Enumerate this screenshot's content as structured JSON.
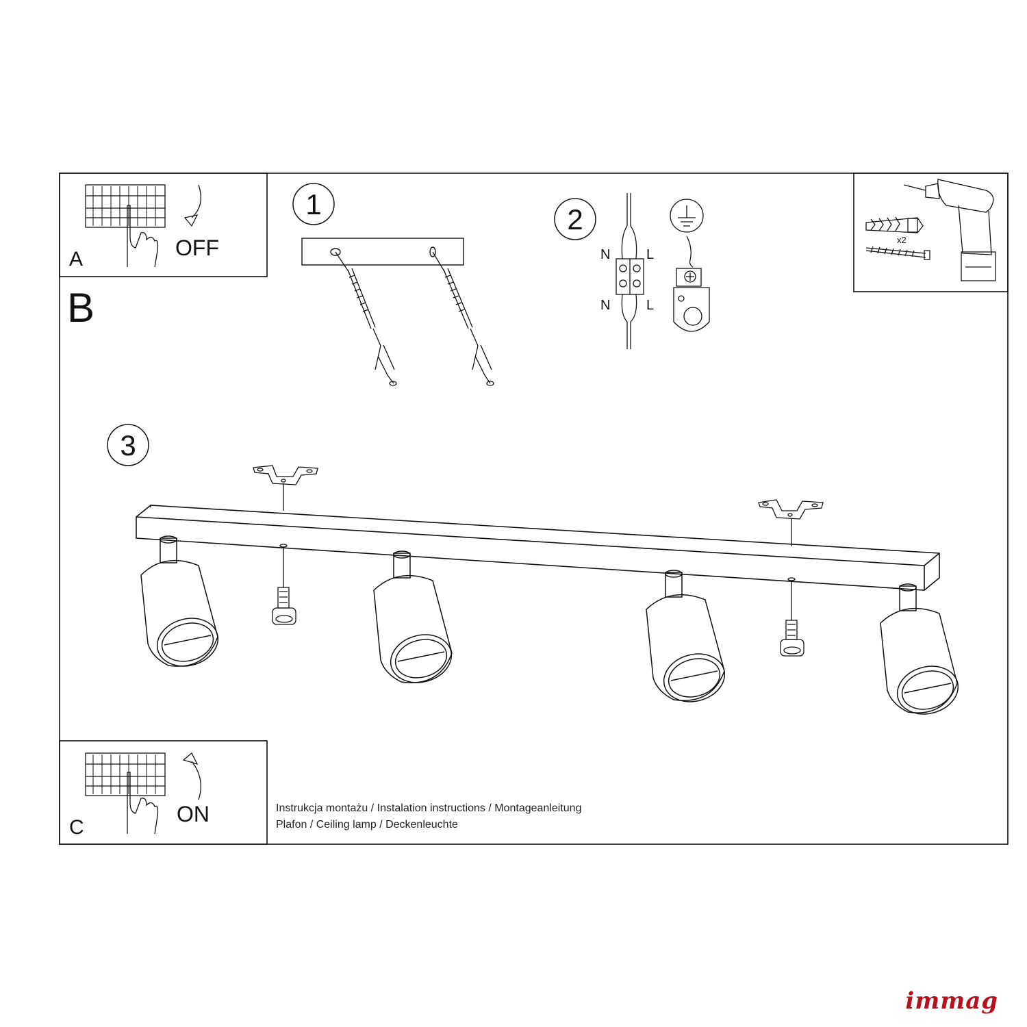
{
  "panels": {
    "a": {
      "letter": "A",
      "action": "OFF"
    },
    "b": {
      "letter": "B"
    },
    "c": {
      "letter": "C",
      "action": "ON"
    }
  },
  "steps": {
    "step1": "1",
    "step2": "2",
    "step3": "3"
  },
  "wiring": {
    "top_left": "N",
    "top_right": "L",
    "bottom_left": "N",
    "bottom_right": "L"
  },
  "tools": {
    "quantity": "x2"
  },
  "caption": {
    "line1": "Instrukcja montażu / Instalation instructions / Montageanleitung",
    "line2": "Plafon / Ceiling lamp / Deckenleuchte"
  },
  "brand": "immag",
  "colors": {
    "line": "#111111",
    "brand": "#b5121b",
    "background": "#ffffff"
  }
}
